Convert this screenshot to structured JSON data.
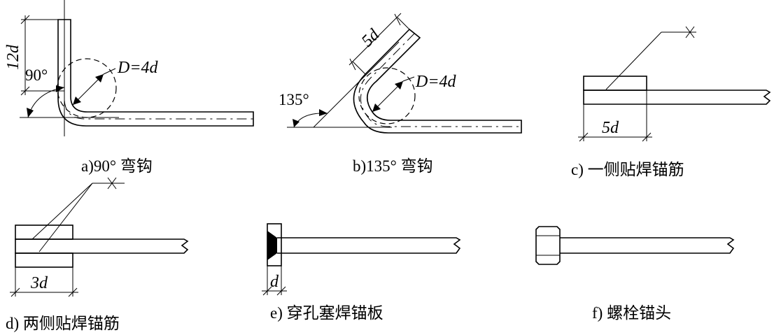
{
  "panels": [
    {
      "id": "a",
      "caption": "a)90° 弯钩",
      "angle": "90°",
      "dim_straight": "12d",
      "diameter": "D=4d"
    },
    {
      "id": "b",
      "caption": "b)135°  弯钩",
      "angle": "135°",
      "dim_straight": "5d",
      "diameter": "D=4d"
    },
    {
      "id": "c",
      "caption": "c) 一侧贴焊锚筋",
      "dim_length": "5d"
    },
    {
      "id": "d",
      "caption": "d) 两侧贴焊锚筋",
      "dim_length": "3d"
    },
    {
      "id": "e",
      "caption": "e) 穿孔塞焊锚板",
      "dim_length": "d"
    },
    {
      "id": "f",
      "caption": "f) 螺栓锚头"
    }
  ]
}
